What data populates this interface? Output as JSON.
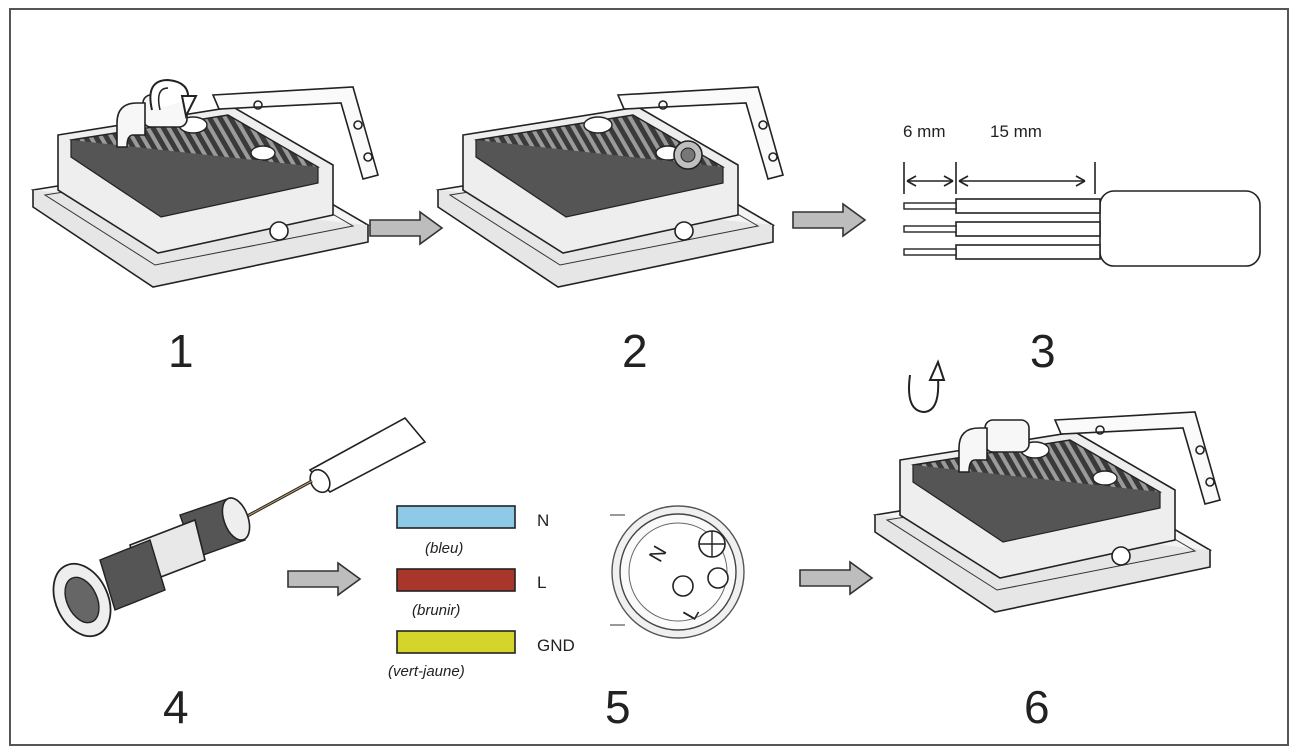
{
  "steps": [
    "1",
    "2",
    "3",
    "4",
    "5",
    "6"
  ],
  "dimensions": {
    "strip": "6 mm",
    "sheath": "15 mm"
  },
  "wires": [
    {
      "pin": "N",
      "color_name": "(bleu)",
      "color": "#8ec9e8"
    },
    {
      "pin": "L",
      "color_name": "(brunir)",
      "color": "#a8362a"
    },
    {
      "pin": "GND",
      "color_name": "(vert-jaune)",
      "color": "#d4d42a"
    }
  ],
  "terminal_marks": [
    "N",
    "L"
  ],
  "colors": {
    "arrow_fill": "#bdbdbd",
    "arrow_stroke": "#333333",
    "line": "#222222"
  },
  "icons": [
    "rotate-arrow-icon",
    "right-arrow-icon",
    "floodlight-icon",
    "cable-gland-icon",
    "terminal-block-icon"
  ]
}
